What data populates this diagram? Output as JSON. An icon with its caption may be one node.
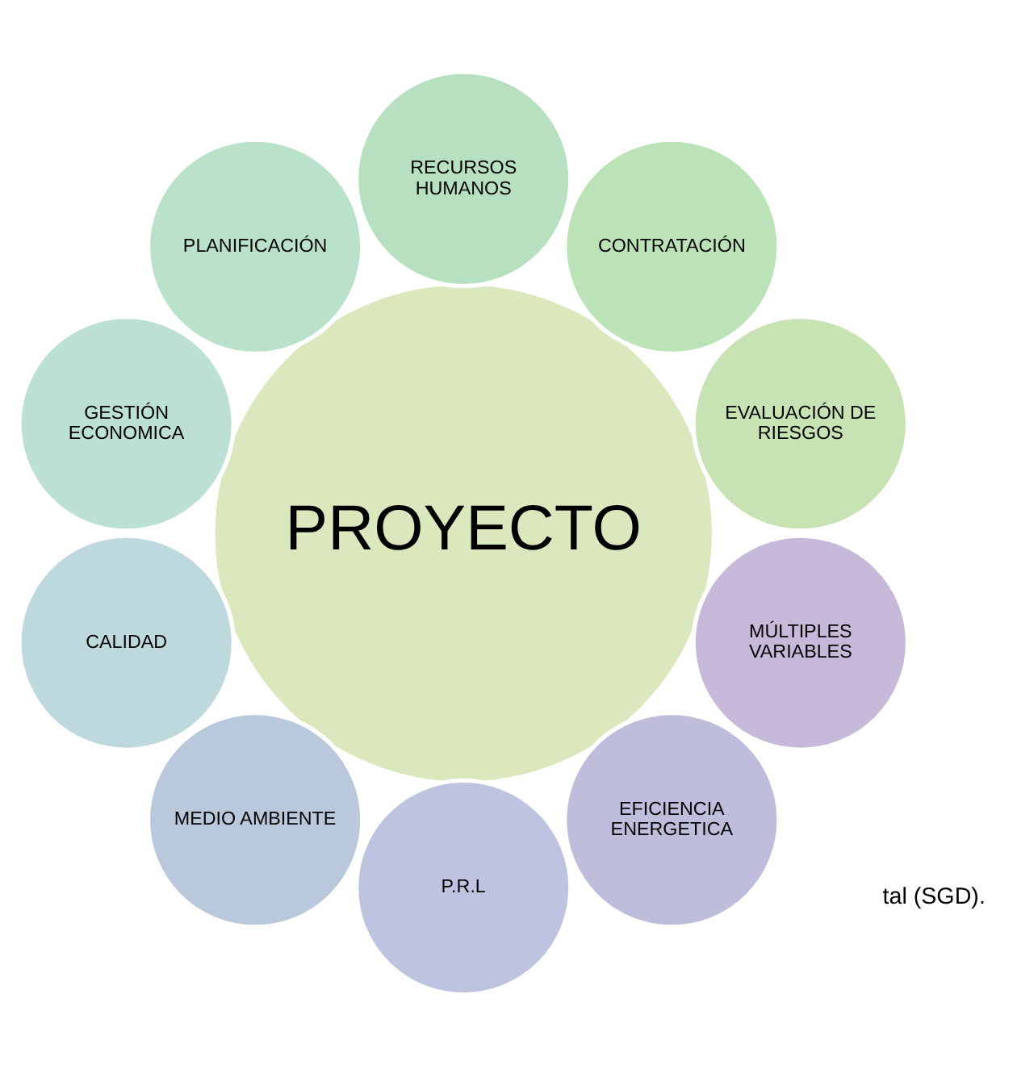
{
  "diagram": {
    "nodes": [
      {
        "text": [
          "PROYECTO"
        ]
      },
      {
        "text": [
          "EVALUACIÓN DE RIESGOS"
        ]
      },
      {
        "text": [
          "CONTRATACIÓN"
        ]
      },
      {
        "text": [
          "RECURSOS HUMANOS"
        ]
      },
      {
        "text": [
          "PLANIFICACIÓN"
        ]
      },
      {
        "text": [
          "GESTIÓN ECONOMICA"
        ]
      },
      {
        "text": [
          "CALIDAD"
        ]
      },
      {
        "text": [
          "MEDIO AMBIENTE"
        ]
      },
      {
        "text": [
          "P.R.L"
        ]
      },
      {
        "text": [
          "EFICIENCIA ENERGETICA"
        ]
      },
      {
        "text": [
          "MÚLTIPLES VARIABLES"
        ]
      }
    ],
    "edges": [],
    "labels": [
      "tal (SGD)."
    ]
  }
}
